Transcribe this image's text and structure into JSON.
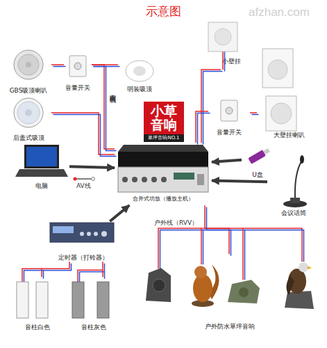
{
  "diagram": {
    "title": "示意图",
    "nodes": [
      {
        "text": [
          "GBS吸顶喇叭"
        ]
      },
      {
        "text": [
          "音量开关"
        ]
      },
      {
        "text": [
          "明装吸顶"
        ]
      },
      {
        "text": [
          "后盖式吸顶"
        ]
      },
      {
        "text": [
          "小壁挂"
        ]
      },
      {
        "text": [
          "音量开关"
        ]
      },
      {
        "text": [
          "大壁挂喇叭"
        ]
      },
      {
        "text": [
          "小草 音响",
          "草坪音响NO.1"
        ]
      },
      {
        "text": [
          "合并式功放（播放主机）"
        ]
      },
      {
        "text": [
          "电脑"
        ]
      },
      {
        "text": [
          "U盘"
        ]
      },
      {
        "text": [
          "会议话筒"
        ]
      },
      {
        "text": [
          "定时器（打铃器）"
        ]
      },
      {
        "text": [
          "音柱白色"
        ]
      },
      {
        "text": [
          "音柱灰色"
        ]
      },
      {
        "text": [
          "户外防水草坪音响"
        ]
      }
    ],
    "edges": [
      {
        "from": 0,
        "to": 1,
        "arrow": "none"
      },
      {
        "from": 1,
        "to": 2,
        "arrow": "none"
      },
      {
        "from": 1,
        "to": 8,
        "arrow": "none",
        "label": "室内喇叭线"
      },
      {
        "from": 3,
        "to": 8,
        "arrow": "none"
      },
      {
        "from": 4,
        "to": 8,
        "arrow": "none"
      },
      {
        "from": 5,
        "to": 8,
        "arrow": "none"
      },
      {
        "from": 6,
        "to": 5,
        "arrow": "none"
      },
      {
        "from": 9,
        "to": 8,
        "arrow": "to",
        "label": "AV线"
      },
      {
        "from": 10,
        "to": 8,
        "arrow": "to"
      },
      {
        "from": 11,
        "to": 8,
        "arrow": "to"
      },
      {
        "from": 12,
        "to": 8,
        "arrow": "to"
      },
      {
        "from": 8,
        "to": 15,
        "arrow": "none",
        "label": "户外线（RVV）"
      },
      {
        "from": 12,
        "to": 13,
        "arrow": "none"
      },
      {
        "from": 12,
        "to": 14,
        "arrow": "none"
      }
    ],
    "labels": [
      "afzhan.com"
    ]
  }
}
